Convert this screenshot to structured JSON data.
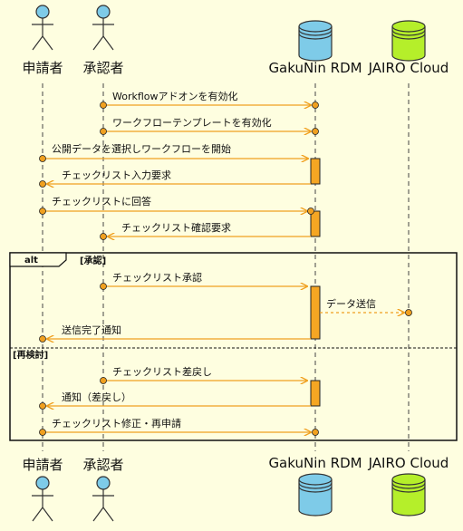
{
  "participants": [
    {
      "name": "申請者",
      "kind": "actor"
    },
    {
      "name": "承認者",
      "kind": "actor"
    },
    {
      "name": "GakuNin RDM",
      "kind": "database",
      "color": "#7ecbe8"
    },
    {
      "name": "JAIRO Cloud",
      "kind": "database",
      "color": "#b5ef2a"
    }
  ],
  "messages": [
    {
      "text": "Workflowアドオンを有効化",
      "from": "承認者",
      "to": "GakuNin RDM"
    },
    {
      "text": "ワークフローテンプレートを有効化",
      "from": "承認者",
      "to": "GakuNin RDM"
    },
    {
      "text": "公開データを選択しワークフローを開始",
      "from": "申請者",
      "to": "GakuNin RDM"
    },
    {
      "text": "チェックリスト入力要求",
      "from": "GakuNin RDM",
      "to": "申請者"
    },
    {
      "text": "チェックリストに回答",
      "from": "申請者",
      "to": "GakuNin RDM"
    },
    {
      "text": "チェックリスト確認要求",
      "from": "GakuNin RDM",
      "to": "承認者"
    },
    {
      "text": "チェックリスト承認",
      "from": "承認者",
      "to": "GakuNin RDM"
    },
    {
      "text": "データ送信",
      "from": "GakuNin RDM",
      "to": "JAIRO Cloud",
      "style": "dashed"
    },
    {
      "text": "送信完了通知",
      "from": "GakuNin RDM",
      "to": "申請者"
    },
    {
      "text": "チェックリスト差戻し",
      "from": "承認者",
      "to": "GakuNin RDM"
    },
    {
      "text": "通知（差戻し）",
      "from": "GakuNin RDM",
      "to": "申請者"
    },
    {
      "text": "チェックリスト修正・再申請",
      "from": "申請者",
      "to": "GakuNin RDM"
    }
  ],
  "alt_frame": {
    "keyword": "alt",
    "guard": "[承認]",
    "else_guard": "[再検討]"
  },
  "colors": {
    "arrow": "#f0a020",
    "activation": "#f5a623",
    "actor_fill": "#7ecbe8",
    "background": "#fefee0"
  }
}
